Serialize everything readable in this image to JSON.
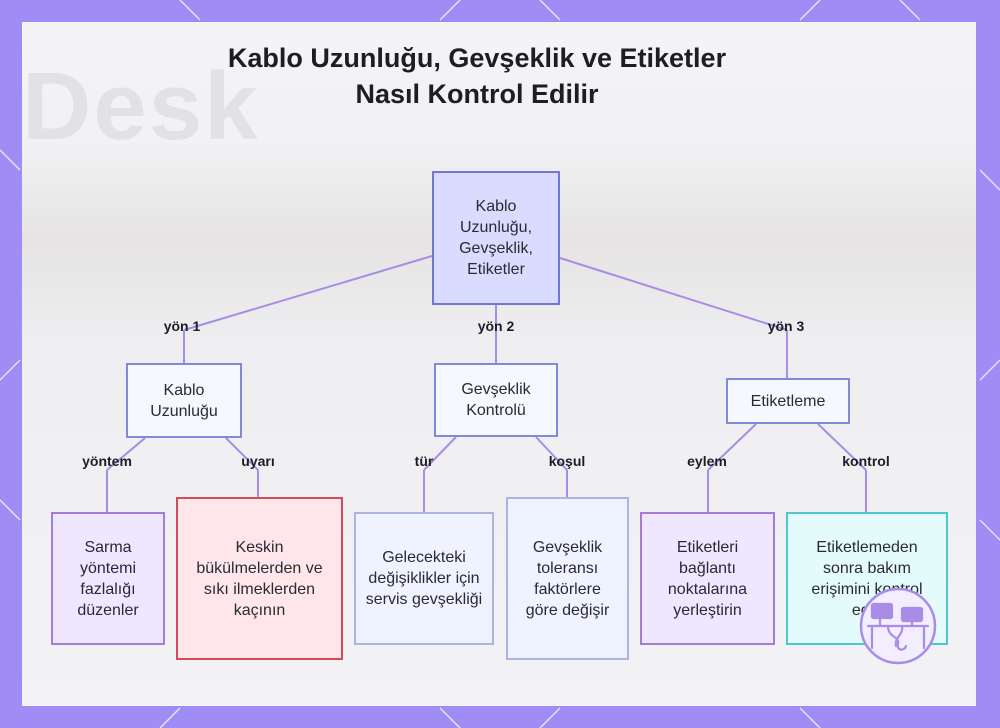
{
  "title": "Kablo Uzunluğu, Gevşeklik ve Etiketler Nasıl Kontrol Edilir",
  "background_text": "Desk",
  "root": {
    "label": "Kablo Uzunluğu, Gevşeklik, Etiketler"
  },
  "branches": [
    {
      "edge_label": "yön 1",
      "label": "Kablo Uzunluğu",
      "children": [
        {
          "edge_label": "yöntem",
          "label": "Sarma yöntemi fazlalığı düzenler"
        },
        {
          "edge_label": "uyarı",
          "label": "Keskin bükülmelerden ve sıkı ilmeklerden kaçının"
        }
      ]
    },
    {
      "edge_label": "yön 2",
      "label": "Gevşeklik Kontrolü",
      "children": [
        {
          "edge_label": "tür",
          "label": "Gelecekteki değişiklikler için servis gevşekliği"
        },
        {
          "edge_label": "koşul",
          "label": "Gevşeklik toleransı faktörlere göre değişir"
        }
      ]
    },
    {
      "edge_label": "yön 3",
      "label": "Etiketleme",
      "children": [
        {
          "edge_label": "eylem",
          "label": "Etiketleri bağlantı noktalarına yerleştirin"
        },
        {
          "edge_label": "kontrol",
          "label": "Etiketlemeden sonra bakım erişimini kontrol edin"
        }
      ]
    }
  ],
  "colors": {
    "frame": "#9f8cf5",
    "connector": "#a98ce6",
    "root_fill": "#d9dcff",
    "root_border": "#6f78d8",
    "branch_fill": "#f6f8ff",
    "branch_border": "#7f8ad8",
    "leaf_purple_fill": "#efe6ff",
    "leaf_purple_border": "#a57bd9",
    "leaf_red_fill": "#ffe6ea",
    "leaf_red_border": "#d24b5a",
    "leaf_blue_fill": "#eef3ff",
    "leaf_blue_border": "#a9b6e4",
    "leaf_teal_fill": "#e4fbfb",
    "leaf_teal_border": "#4cc7cf"
  },
  "icons": {
    "logo": "desk-workstation-icon"
  }
}
